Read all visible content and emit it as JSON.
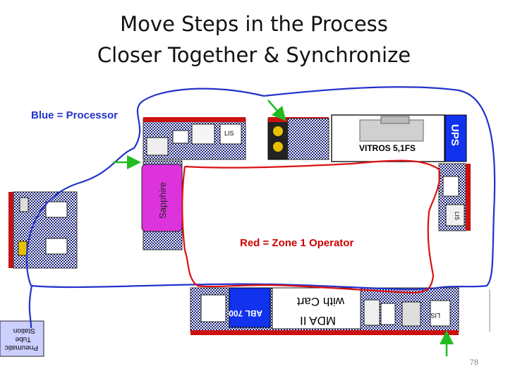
{
  "title": {
    "line1": "Move Steps in the Process",
    "line2": "Closer Together & Synchronize"
  },
  "labels": {
    "blue": "Blue = Processor",
    "red": "Red = Zone 1 Operator",
    "sapphire": "Sapphire",
    "ups": "UPS",
    "vitros": "VITROS 5,1FS",
    "abl": "ABL 700",
    "mda_line1": "MDA II",
    "mda_line2": "with Cart",
    "pneumatic": [
      "Pneumatic",
      "Tube",
      "Station"
    ],
    "lis": "LIS"
  },
  "page_number": "78",
  "colors": {
    "blue_path": "#2233cc",
    "red_path": "#dd1111",
    "arrow": "#22bb22",
    "sapphire": "#dd33dd",
    "abl": "#1133ee",
    "ups": "#1133ee"
  }
}
